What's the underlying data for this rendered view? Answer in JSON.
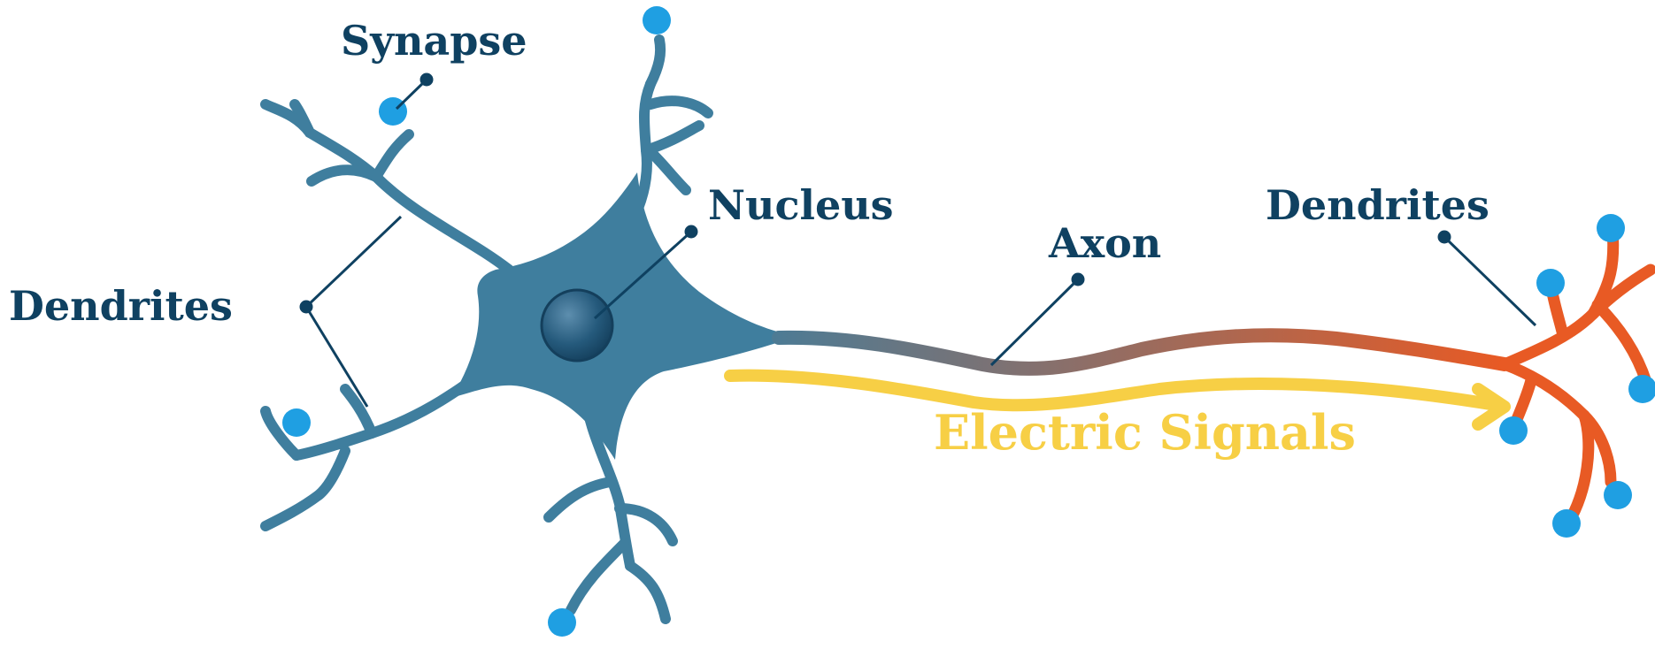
{
  "labels": {
    "synapse": "Synapse",
    "nucleus": "Nucleus",
    "axon": "Axon",
    "dendrites_left": "Dendrites",
    "dendrites_right": "Dendrites",
    "electric_signals": "Electric Signals"
  },
  "colors": {
    "neuron_body": "#3f7e9e",
    "synapse_terminal": "#1f9fe2",
    "axon_start": "#3f7e9e",
    "axon_end": "#e85a24",
    "axon_terminal": "#e85a24",
    "signal_arrow": "#f7cf45",
    "label_text": "#0f4161",
    "nucleus": "#1d5070"
  }
}
